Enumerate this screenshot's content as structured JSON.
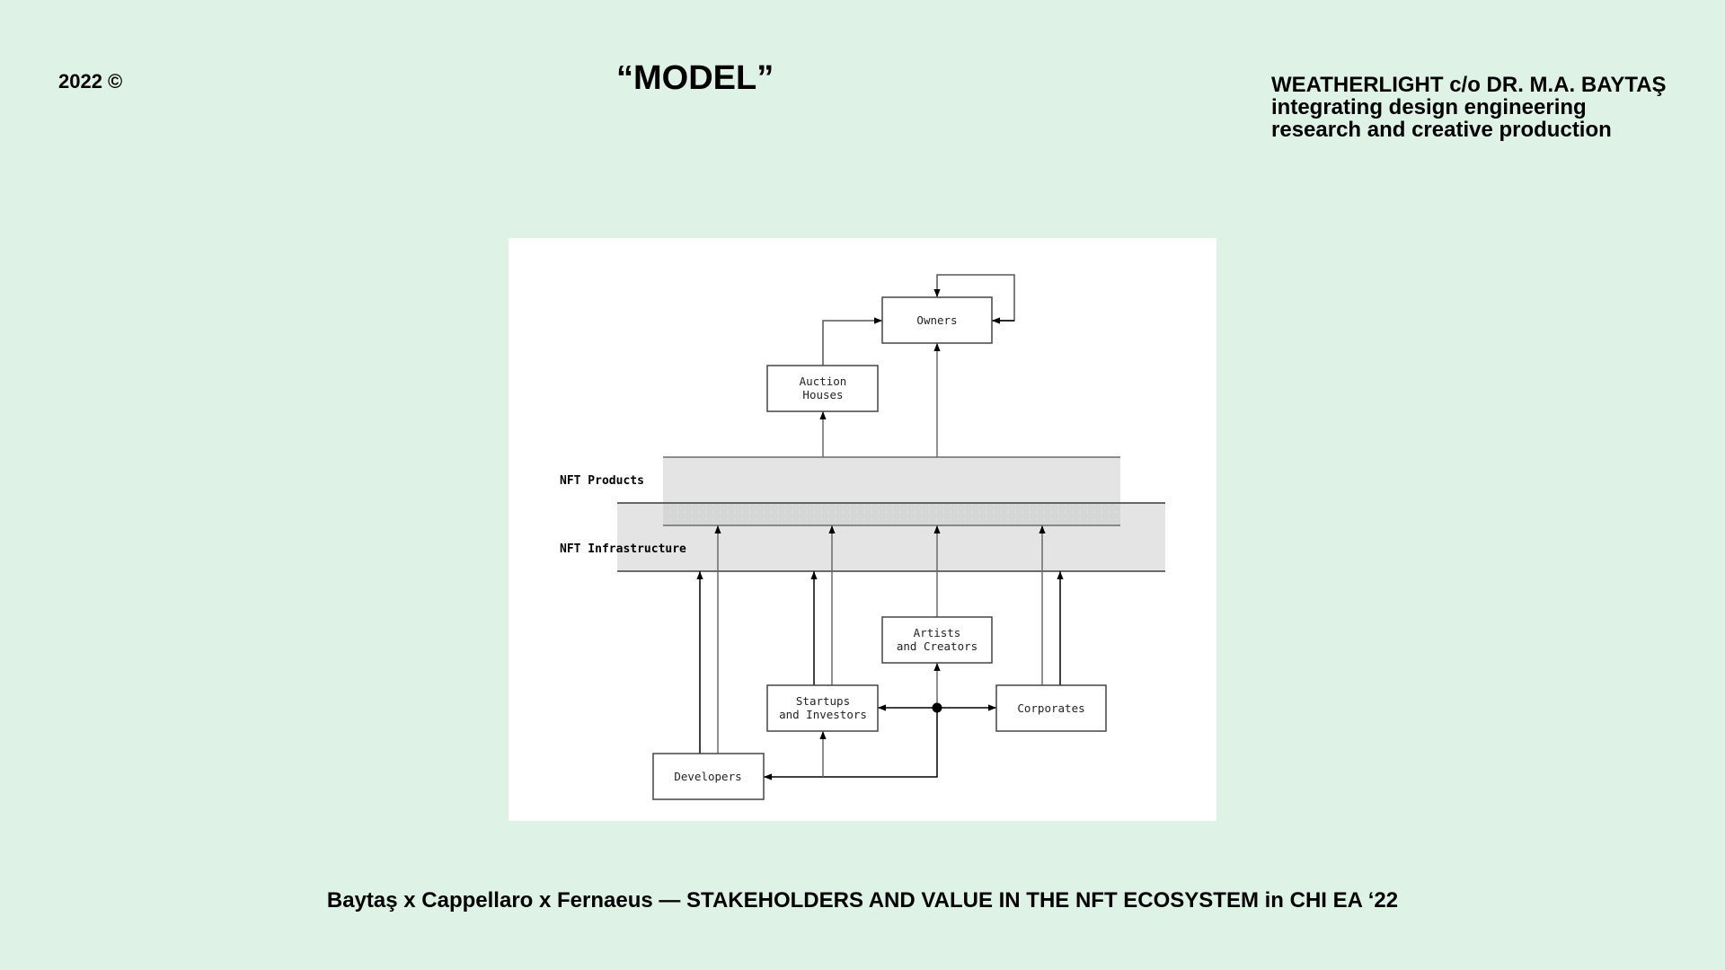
{
  "header": {
    "year": "2022 ©",
    "title": "“MODEL”",
    "byline": [
      "WEATHERLIGHT c/o DR. M.A. BAYTAŞ",
      "integrating design engineering",
      "research and creative production"
    ]
  },
  "diagram": {
    "layers": {
      "products": "NFT Products",
      "infrastructure": "NFT Infrastructure"
    },
    "nodes": {
      "owners": [
        "Owners"
      ],
      "auction": [
        "Auction",
        "Houses"
      ],
      "artists": [
        "Artists",
        "and Creators"
      ],
      "startups": [
        "Startups",
        "and Investors"
      ],
      "corporates": [
        "Corporates"
      ],
      "developers": [
        "Developers"
      ]
    },
    "colors": {
      "line": "#6b6b6b",
      "band": "#e4e4e4",
      "overlap": "#d4d7d5"
    }
  },
  "footer": {
    "caption": "Baytaş x Cappellaro x Fernaeus — STAKEHOLDERS AND VALUE IN THE NFT ECOSYSTEM in CHI EA ‘22"
  }
}
